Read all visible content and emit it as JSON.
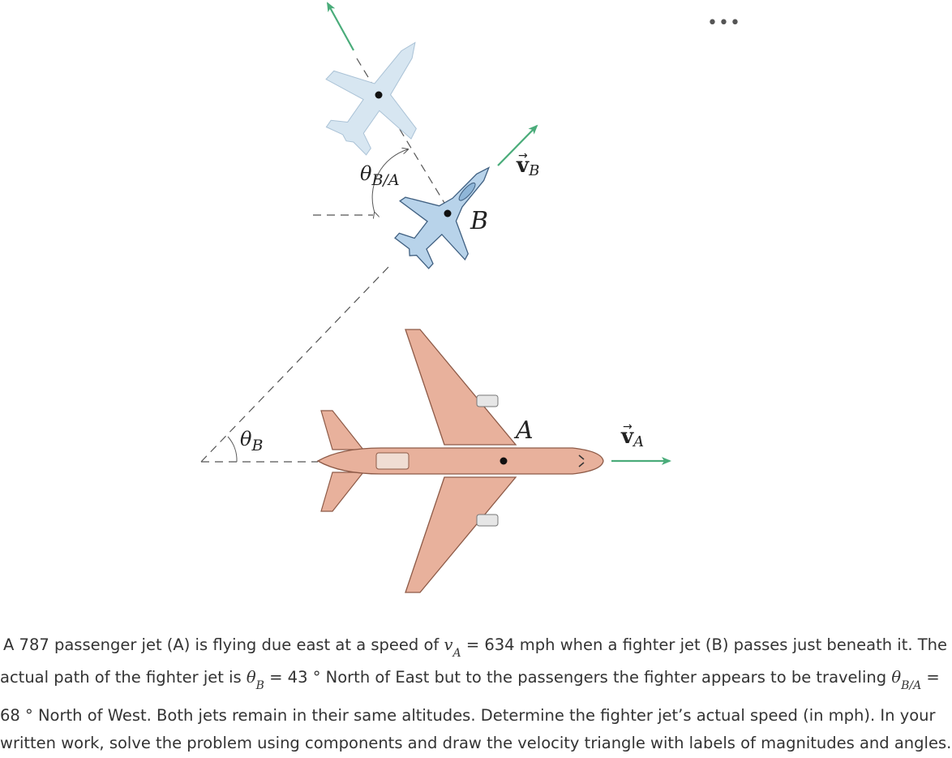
{
  "menu": {
    "more_label": "•••"
  },
  "diagram": {
    "colors": {
      "arrow": "#4aac7a",
      "passenger_body": "#e8b19c",
      "passenger_outline": "#8d5a47",
      "fighter_body": "#b8d3ea",
      "fighter_outline": "#3f5f80",
      "ghost_fighter": "#d7e6f1",
      "dashed": "#555555"
    },
    "labels": {
      "vB_symbol": "v",
      "vB_sub": "B",
      "vA_symbol": "v",
      "vA_sub": "A",
      "jet_B": "B",
      "jet_A": "A",
      "thetaBA_symbol": "θ",
      "thetaBA_sub": "B/A",
      "thetaB_symbol": "θ",
      "thetaB_sub": "B"
    }
  },
  "problem": {
    "line1": {
      "t1": "A 787 passenger jet (A) is flying due east at a speed of",
      "vA_sym": "v",
      "vA_sub": "A",
      "t2": "= 634 mph when a fighter jet (B) passes just beneath it. The"
    },
    "line2": {
      "t1": "actual path of the fighter jet is",
      "thB_sym": "θ",
      "thB_sub": "B",
      "t2": "= 43 ° North of East but to the passengers the fighter appears to be traveling",
      "thBA_sym": "θ",
      "thBA_sub": "B/A",
      "t3": "="
    },
    "line3": "68 °  North of West. Both jets remain in their same altitudes.  Determine the fighter jet’s actual speed (in mph). In your",
    "line4": "written work, solve the problem using components and draw the velocity triangle with labels of magnitudes and angles."
  }
}
